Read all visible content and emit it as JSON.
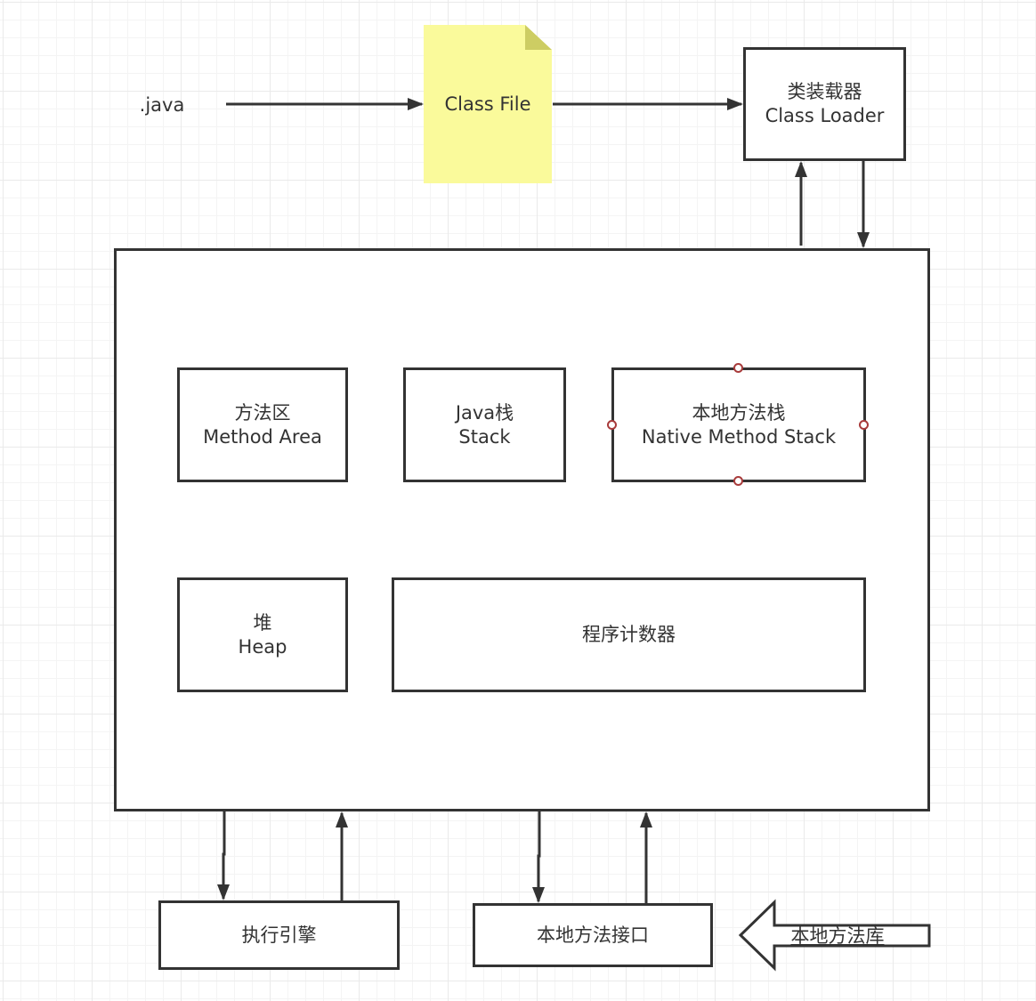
{
  "colors": {
    "stroke": "#333333",
    "note_fill": "#fafa9b",
    "note_fold": "#cdcd63",
    "handle": "#a83b3b",
    "grid": "#eaeaea"
  },
  "diagram": {
    "java_source": ".java",
    "class_file": "Class File",
    "class_loader": {
      "zh": "类装载器",
      "en": "Class Loader"
    },
    "method_area": {
      "zh": "方法区",
      "en": "Method Area"
    },
    "java_stack": {
      "zh": "Java栈",
      "en": "Stack"
    },
    "native_method_stack": {
      "zh": "本地方法栈",
      "en": "Native Method Stack"
    },
    "heap": {
      "zh": "堆",
      "en": "Heap"
    },
    "program_counter": "程序计数器",
    "execution_engine": "执行引擎",
    "native_interface": "本地方法接口",
    "native_library": "本地方法库"
  }
}
